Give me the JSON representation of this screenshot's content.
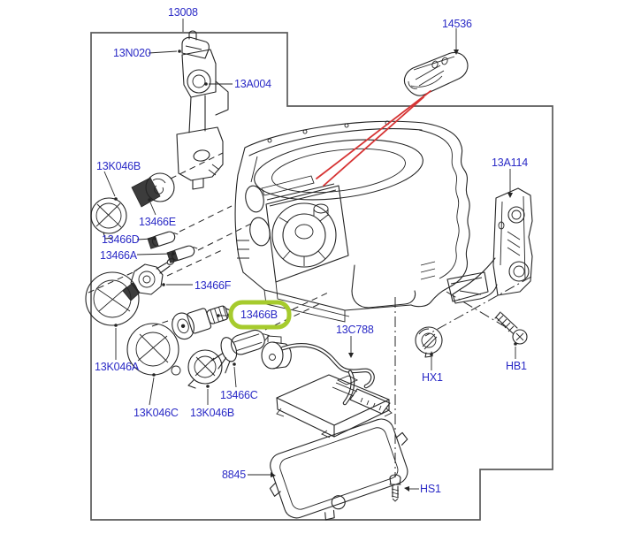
{
  "diagram": {
    "description": "Headlamp assembly exploded parts diagram",
    "highlighted_part": "13466B",
    "colors": {
      "label_text": "#2a2ac6",
      "line_art": "#242424",
      "frame_border": "#5a5a5a",
      "highlight_ring": "#a6cb2d",
      "pointer_arrow": "#d63434"
    }
  },
  "labels": [
    {
      "id": "13008",
      "text": "13008"
    },
    {
      "id": "13N020",
      "text": "13N020"
    },
    {
      "id": "13A004",
      "text": "13A004"
    },
    {
      "id": "14536",
      "text": "14536"
    },
    {
      "id": "13K046B-top",
      "text": "13K046B"
    },
    {
      "id": "13466E",
      "text": "13466E"
    },
    {
      "id": "13466D",
      "text": "13466D"
    },
    {
      "id": "13466A",
      "text": "13466A"
    },
    {
      "id": "13466F",
      "text": "13466F"
    },
    {
      "id": "13466B",
      "text": "13466B"
    },
    {
      "id": "13K046A",
      "text": "13K046A"
    },
    {
      "id": "13K046C",
      "text": "13K046C"
    },
    {
      "id": "13K046B-bot",
      "text": "13K046B"
    },
    {
      "id": "13466C",
      "text": "13466C"
    },
    {
      "id": "13C788",
      "text": "13C788"
    },
    {
      "id": "13A114",
      "text": "13A114"
    },
    {
      "id": "HX1",
      "text": "HX1"
    },
    {
      "id": "HB1",
      "text": "HB1"
    },
    {
      "id": "8845",
      "text": "8845"
    },
    {
      "id": "HS1",
      "text": "HS1"
    }
  ]
}
